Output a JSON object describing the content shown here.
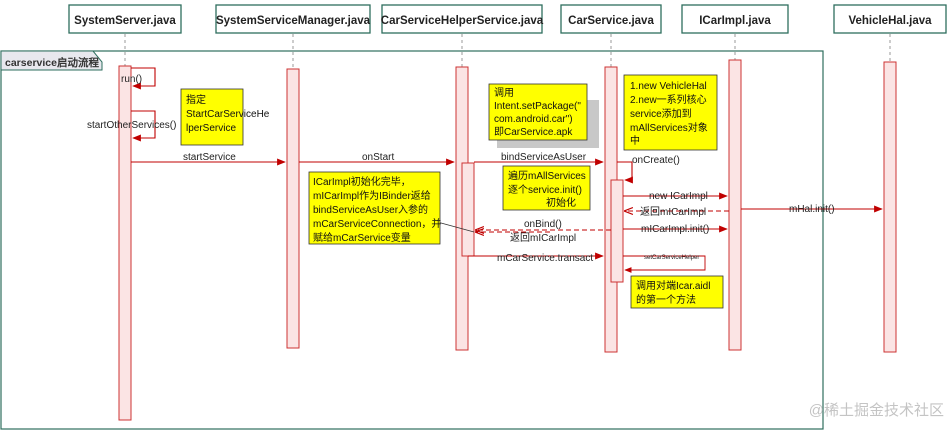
{
  "frame": {
    "title": "carservice启动流程"
  },
  "colors": {
    "arrow": "#c00000",
    "lifeline_fill": "#fbe4e4",
    "lifeline_stroke": "#cc3333",
    "note_yellow": "#ffff00",
    "note_gray": "#c8c8c8",
    "frame_border": "#2e6e5e",
    "head_border": "#2e6e5e"
  },
  "participants": [
    {
      "id": "ss",
      "name": "SystemServer.java"
    },
    {
      "id": "ssm",
      "name": "SystemServiceManager.java"
    },
    {
      "id": "chs",
      "name": "CarServiceHelperService.java"
    },
    {
      "id": "cs",
      "name": "CarService.java"
    },
    {
      "id": "ici",
      "name": "ICarImpl.java"
    },
    {
      "id": "vh",
      "name": "VehicleHal.java"
    }
  ],
  "messages": [
    {
      "id": "run",
      "label": "run()",
      "style": "solid"
    },
    {
      "id": "sos",
      "label": "startOtherServices()",
      "style": "solid"
    },
    {
      "id": "start",
      "label": "startService",
      "style": "solid"
    },
    {
      "id": "onstart",
      "label": "onStart",
      "style": "solid"
    },
    {
      "id": "bind",
      "label": "bindServiceAsUser",
      "style": "solid"
    },
    {
      "id": "oncreate",
      "label": "onCreate()",
      "style": "solid"
    },
    {
      "id": "newici",
      "label": "new ICarImpl",
      "style": "solid"
    },
    {
      "id": "retici",
      "label": "返回mICarImpl",
      "style": "dashed"
    },
    {
      "id": "hinit",
      "label": "mHal.init()",
      "style": "solid"
    },
    {
      "id": "iciinit",
      "label": "mICarImpl.init()",
      "style": "solid"
    },
    {
      "id": "onbind",
      "label": "onBind()",
      "style": "dashed"
    },
    {
      "id": "retbind",
      "label": "返回mICarImpl",
      "style": "dashed"
    },
    {
      "id": "transact",
      "label": "mCarService.transact",
      "style": "solid"
    },
    {
      "id": "helper",
      "label": "setCarServiceHelper",
      "style": "solid"
    }
  ],
  "notes": [
    {
      "id": "n1",
      "lines": [
        "指定",
        "StartCarServiceHe",
        "lperService"
      ]
    },
    {
      "id": "n2",
      "lines": [
        "调用",
        "Intent.setPackage(\"",
        "com.android.car\")",
        "即CarService.apk"
      ]
    },
    {
      "id": "n3",
      "lines": [
        "1.new VehicleHal",
        "2.new一系列核心",
        "service添加到",
        "mAllServices对象",
        "中"
      ]
    },
    {
      "id": "n4",
      "lines": [
        "遍历mAllServices",
        "逐个service.init()",
        "初始化"
      ]
    },
    {
      "id": "n5",
      "lines": [
        "ICarImpl初始化完毕，",
        "mICarImpl作为IBinder返给",
        "bindServiceAsUser入参的",
        "mCarServiceConnection，并",
        "赋给mCarService变量"
      ]
    },
    {
      "id": "n6",
      "lines": [
        "调用对端Icar.aidl",
        "的第一个方法"
      ]
    }
  ],
  "watermark": "@稀土掘金技术社区"
}
